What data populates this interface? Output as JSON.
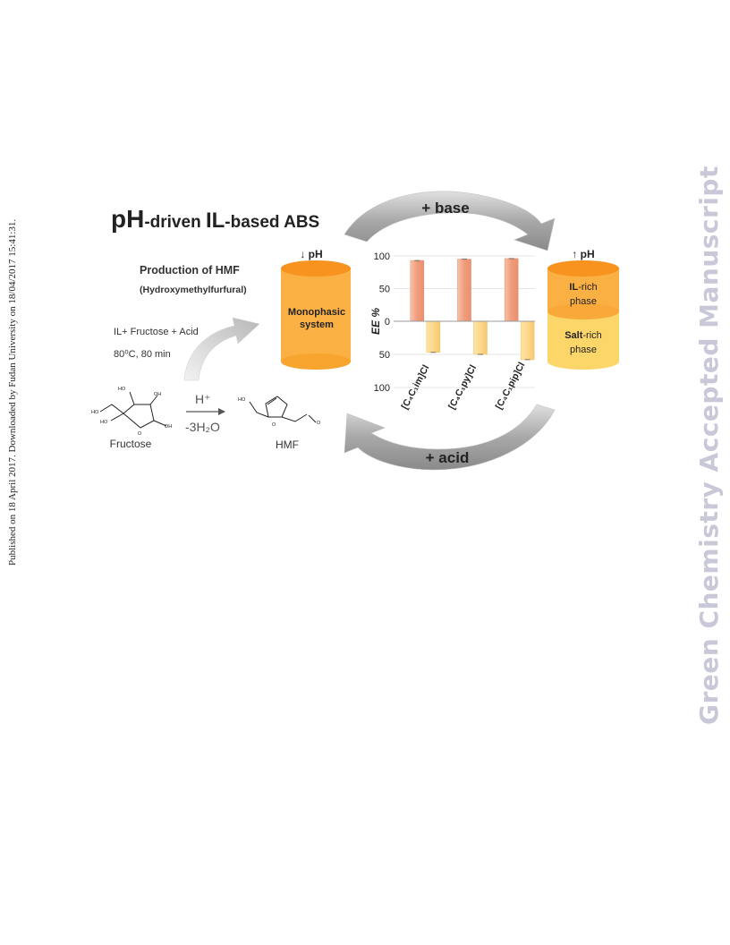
{
  "watermark_left": "Published on 18 April 2017. Downloaded by Fudan University on 18/04/2017 15:41:31.",
  "watermark_right": "Green Chemistry Accepted Manuscript",
  "figure": {
    "title_ph": "pH",
    "title_mid1": "-driven ",
    "title_il": "IL",
    "title_mid2": "-based ABS",
    "production_title": "Production of HMF",
    "production_sub": "(Hydroxymethylfurfural)",
    "reaction_line1": "IL+ Fructose + Acid",
    "reaction_line2": "80⁰C, 80 min",
    "catalyst": "H⁺",
    "water_loss": "-3H₂O",
    "fructose_label": "Fructose",
    "hmf_label": "HMF",
    "low_ph_label": "↓ pH",
    "high_ph_label": "↑ pH",
    "mono_line1": "Monophasic",
    "mono_line2": "system",
    "il_rich_bold": "IL",
    "il_rich_rest": "-rich",
    "il_rich_line2": "phase",
    "salt_rich_bold": "Salt",
    "salt_rich_rest": "-rich",
    "salt_rich_line2": "phase",
    "plus_base": "+ base",
    "plus_acid": "+ acid",
    "colors": {
      "top_bar": "#f0a080",
      "bottom_bar": "#fcd98c",
      "orange_cylinder": "#fbb044",
      "yellow_cylinder": "#fdd66a",
      "arrow_gray": "#a8a8a8"
    }
  },
  "chart_data": {
    "type": "bar",
    "ylabel": "EE %",
    "categories": [
      "[C₄C₁im]Cl",
      "[C₄C₁py]Cl",
      "[C₄C₁pip]Cl"
    ],
    "series": [
      {
        "values": [
          93,
          95,
          96
        ]
      },
      {
        "values": [
          47,
          50,
          58
        ]
      }
    ],
    "ylim_top": [
      0,
      100
    ],
    "ylim_bottom": [
      0,
      100
    ],
    "top_ticks": [
      "100",
      "50",
      "0"
    ],
    "bottom_ticks": [
      "50",
      "100"
    ],
    "grid": true
  }
}
